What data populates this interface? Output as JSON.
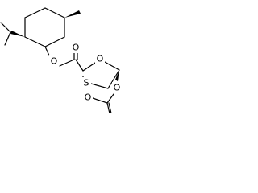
{
  "molecule": {
    "atoms": {
      "ring_oxygen": "O",
      "ring_sulfur": "S",
      "ester_oxygen": "O",
      "carbonyl_oxygen": "O",
      "acetoxy_oxygen": "O",
      "acetyl_oxygen": "O"
    },
    "colors": {
      "bond": "#000000",
      "background": "#ffffff"
    }
  }
}
